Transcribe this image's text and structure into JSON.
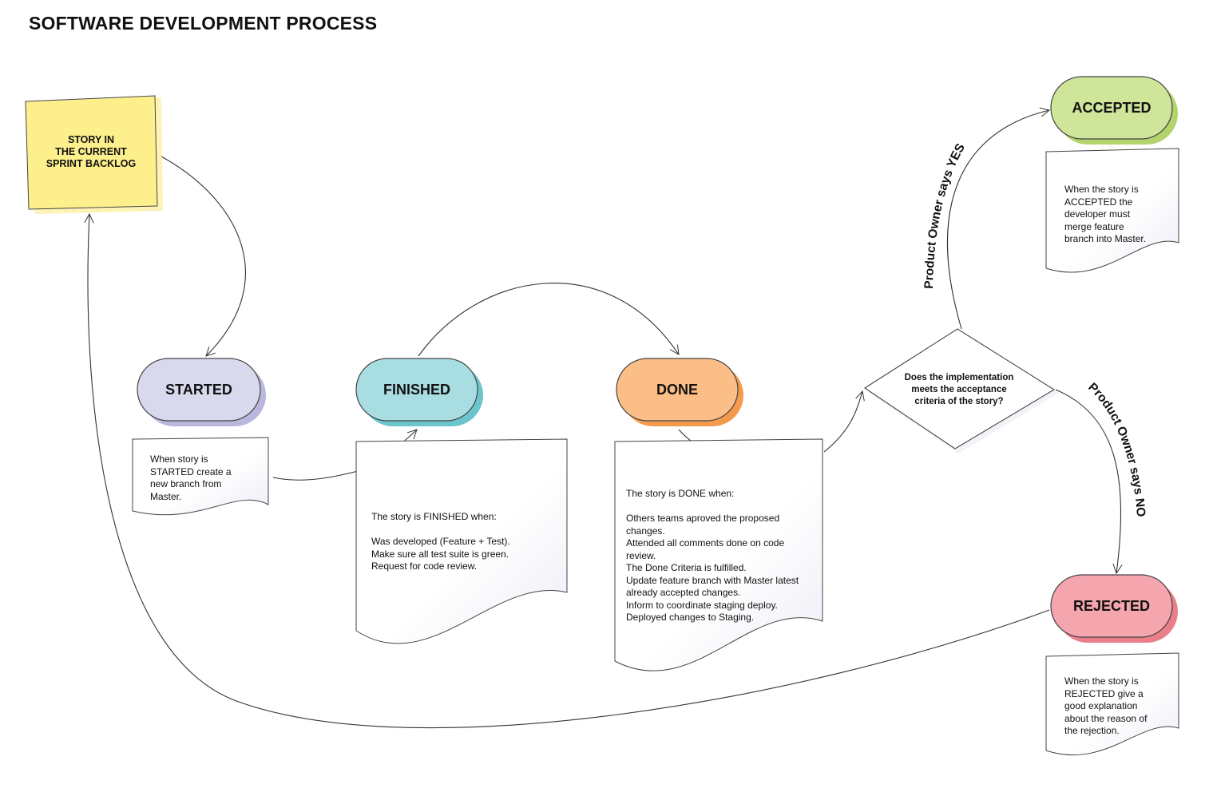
{
  "title": "SOFTWARE DEVELOPMENT PROCESS",
  "backlog": {
    "label": "STORY IN\nTHE CURRENT\nSPRINT BACKLOG",
    "color": "#fdf08c"
  },
  "states": {
    "started": {
      "label": "STARTED",
      "color": "#d9d9ee",
      "shade": "#b9b7dc"
    },
    "finished": {
      "label": "FINISHED",
      "color": "#a8dde2",
      "shade": "#6cc4cc"
    },
    "done": {
      "label": "DONE",
      "color": "#fbbe86",
      "shade": "#f39a4c"
    },
    "accepted": {
      "label": "ACCEPTED",
      "color": "#cfe59a",
      "shade": "#b3d46c"
    },
    "rejected": {
      "label": "REJECTED",
      "color": "#f5a5ad",
      "shade": "#ea7f8a"
    }
  },
  "notes": {
    "started": "When story is\nSTARTED create a\nnew branch from\nMaster.",
    "finished": "The story is FINISHED when:\n\nWas developed (Feature + Test).\nMake sure all test suite is green.\nRequest for code review.",
    "done": "The story is DONE when:\n\nOthers teams aproved the proposed\nchanges.\nAttended all comments done on code\nreview.\nThe Done Criteria is fulfilled.\nUpdate feature branch with Master latest\nalready accepted changes.\nInform to coordinate staging deploy.\nDeployed changes to Staging.",
    "accepted": "When the story is\nACCEPTED the\ndeveloper must\nmerge feature\nbranch into Master.",
    "rejected": "When the story is\nREJECTED give a\ngood explanation\nabout the reason of\nthe rejection."
  },
  "decision": {
    "question": "Does the implementation\nmeets the acceptance\ncriteria of the story?"
  },
  "edges": {
    "yes_label": "Product Owner says YES",
    "no_label": "Product Owner says NO"
  }
}
